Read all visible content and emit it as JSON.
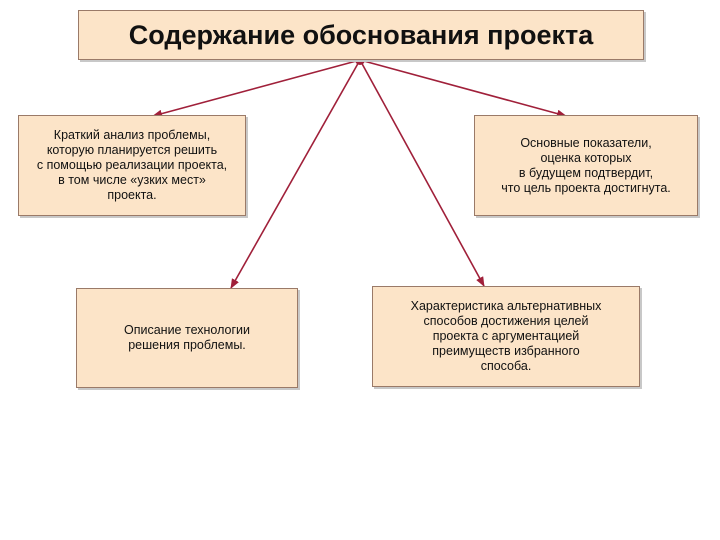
{
  "title": "Содержание обоснования проекта",
  "boxes": {
    "problem": "Краткий анализ проблемы,\nкоторую планируется решить\nс помощью реализации проекта,\nв том числе «узких мест»\nпроекта.",
    "indicators": "Основные показатели,\nоценка которых\nв будущем подтвердит,\nчто цель проекта достигнута.",
    "technology": "Описание технологии\nрешения проблемы.",
    "alternatives": "Характеристика альтернативных\nспособов достижения целей\nпроекта с аргументацией\nпреимуществ избранного\nспособа."
  },
  "colors": {
    "box_fill": "#fce4c8",
    "connector": "#a0203a"
  }
}
